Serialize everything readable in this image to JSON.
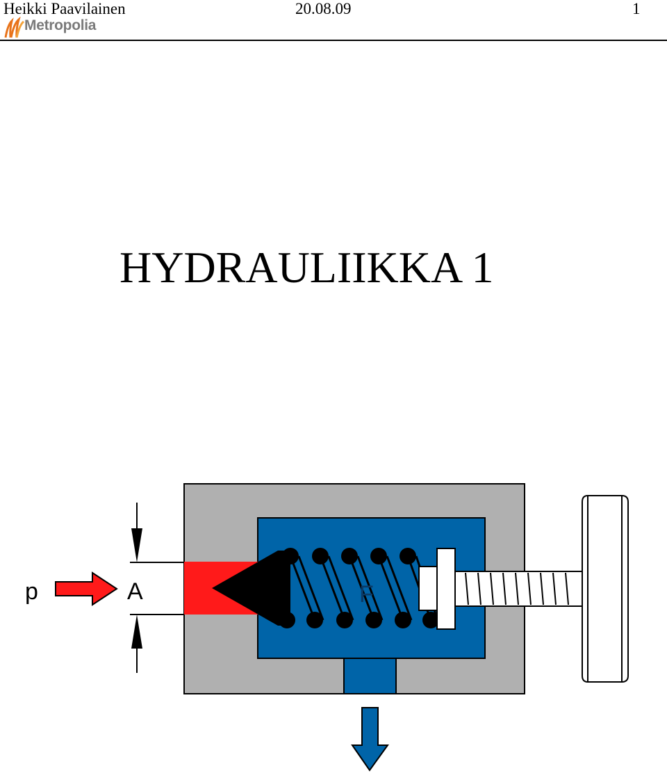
{
  "header": {
    "author": "Heikki Paavilainen",
    "date": "20.08.09",
    "page_number": "1",
    "logo_text": "Metropolia"
  },
  "title": "HYDRAULIIKKA 1",
  "diagram": {
    "labels": {
      "pressure": "p",
      "area": "A",
      "force": "F"
    },
    "colors": {
      "body": "#b0b0b0",
      "chamber": "#0064a8",
      "pressure_fluid": "#ff1a1a",
      "poppet": "#000000"
    }
  }
}
